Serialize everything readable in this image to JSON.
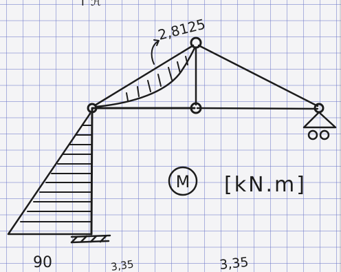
{
  "diagram": {
    "title_fragment": "Γ  ℋ",
    "moment_value": "2,8125",
    "base_moment_value": "90",
    "dimension_left": "3,35",
    "dimension_right": "3,35",
    "moment_symbol": "M",
    "unit_label": "[kN.m]"
  },
  "colors": {
    "ink": "#1c1c1c",
    "grid": "#6e78c8",
    "paper": "#f4f4f6"
  }
}
